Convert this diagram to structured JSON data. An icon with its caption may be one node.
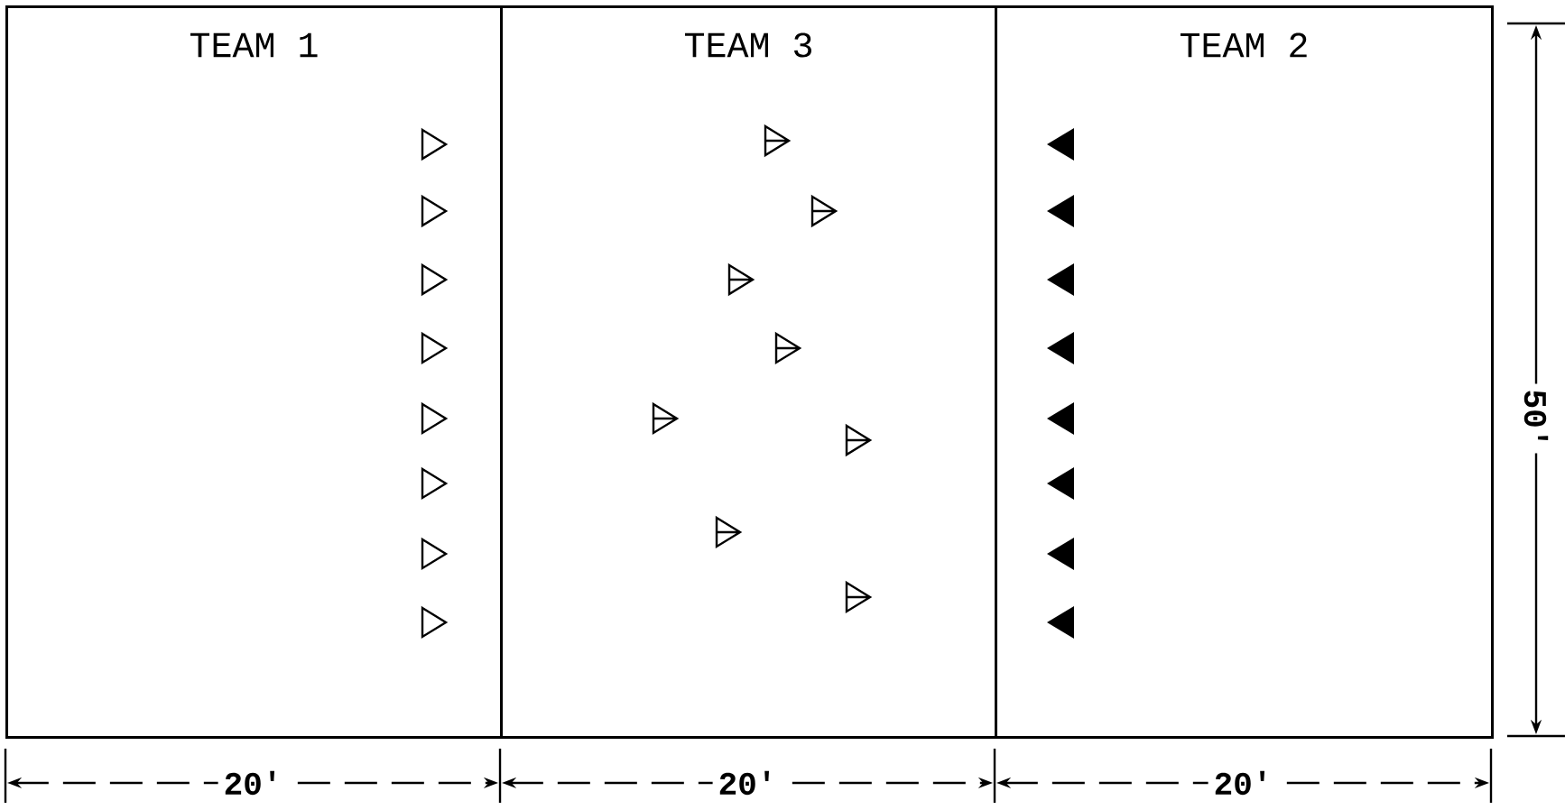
{
  "diagram": {
    "nodes": [
      {
        "text": [
          "TEAM 1"
        ]
      },
      {
        "text": [
          "TEAM 3"
        ]
      },
      {
        "text": [
          "TEAM 2"
        ]
      }
    ],
    "edges": [],
    "labels": [
      "20'",
      "20'",
      "20'",
      "50'"
    ]
  }
}
